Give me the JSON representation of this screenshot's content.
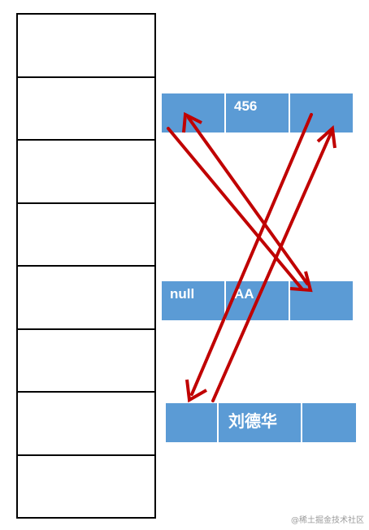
{
  "stack": {
    "slot_count": 8
  },
  "nodes": [
    {
      "id": "node-top",
      "cells": [
        "",
        "456",
        ""
      ]
    },
    {
      "id": "node-middle",
      "cells": [
        "null",
        "AA",
        ""
      ]
    },
    {
      "id": "node-bottom",
      "cells": [
        "",
        "刘德华",
        ""
      ]
    }
  ],
  "colors": {
    "node_fill": "#5b9bd5",
    "node_text": "#ffffff",
    "arrow": "#c00000",
    "grid_line": "#000000"
  },
  "watermark": "@稀土掘金技术社区"
}
